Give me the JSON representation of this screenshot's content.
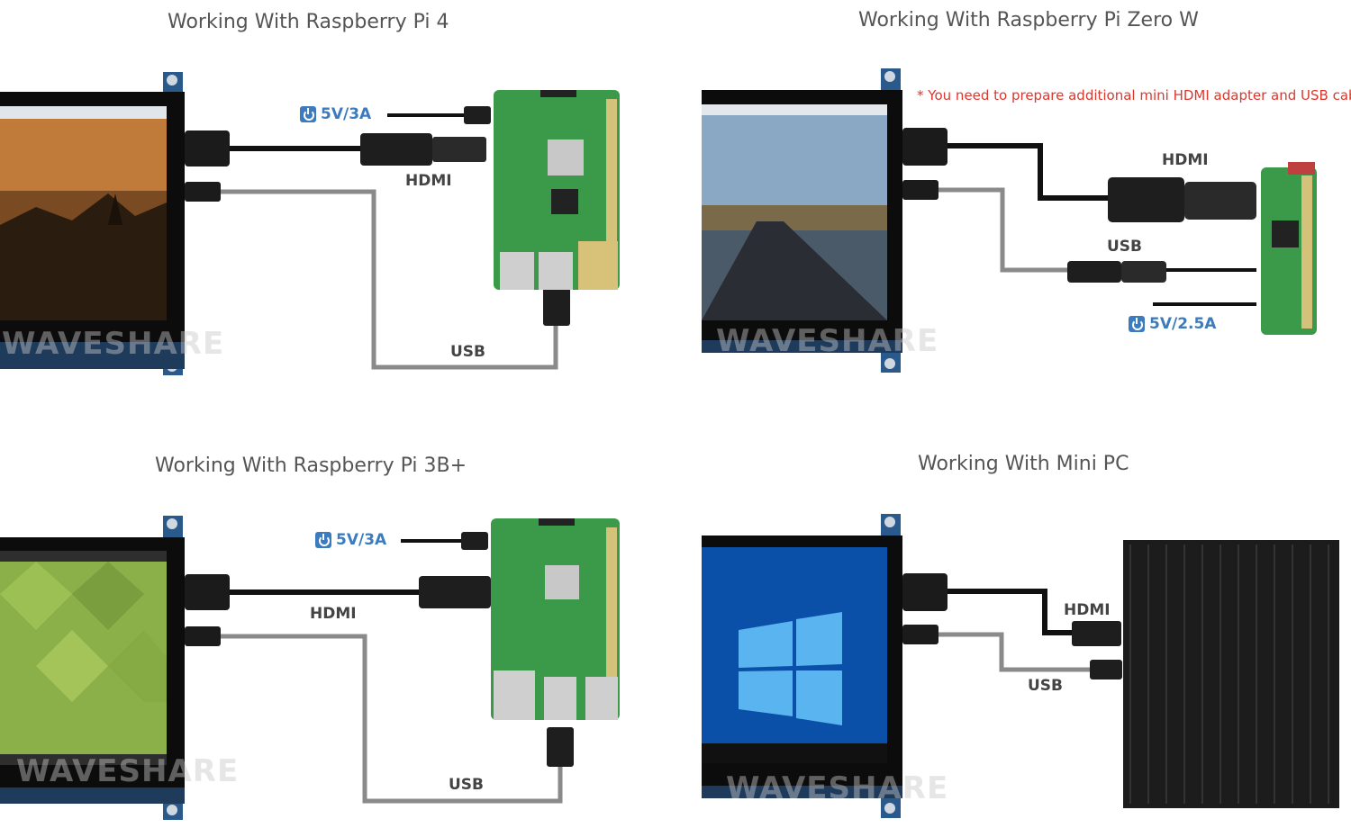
{
  "panels": {
    "pi4": {
      "title": "Working With Raspberry Pi 4",
      "power": "5V/3A",
      "hdmi": "HDMI",
      "usb": "USB",
      "watermark": "WAVESHARE"
    },
    "zero": {
      "title": "Working With Raspberry Pi Zero W",
      "note": "* You need to prepare additional mini HDMI adapter and USB cable",
      "power": "5V/2.5A",
      "hdmi": "HDMI",
      "usb": "USB",
      "watermark": "WAVESHARE"
    },
    "pi3": {
      "title": "Working With Raspberry Pi 3B+",
      "power": "5V/3A",
      "hdmi": "HDMI",
      "usb": "USB",
      "watermark": "WAVESHARE"
    },
    "minipc": {
      "title": "Working With Mini PC",
      "hdmi": "HDMI",
      "usb": "USB",
      "watermark": "WAVESHARE"
    }
  },
  "colors": {
    "title_text": "#555555",
    "power_blue": "#3d7bbf",
    "note_red": "#d9382f",
    "board_green": "#3a9a4a",
    "cable_black": "#111111",
    "cable_gray": "#8a8a8a"
  }
}
